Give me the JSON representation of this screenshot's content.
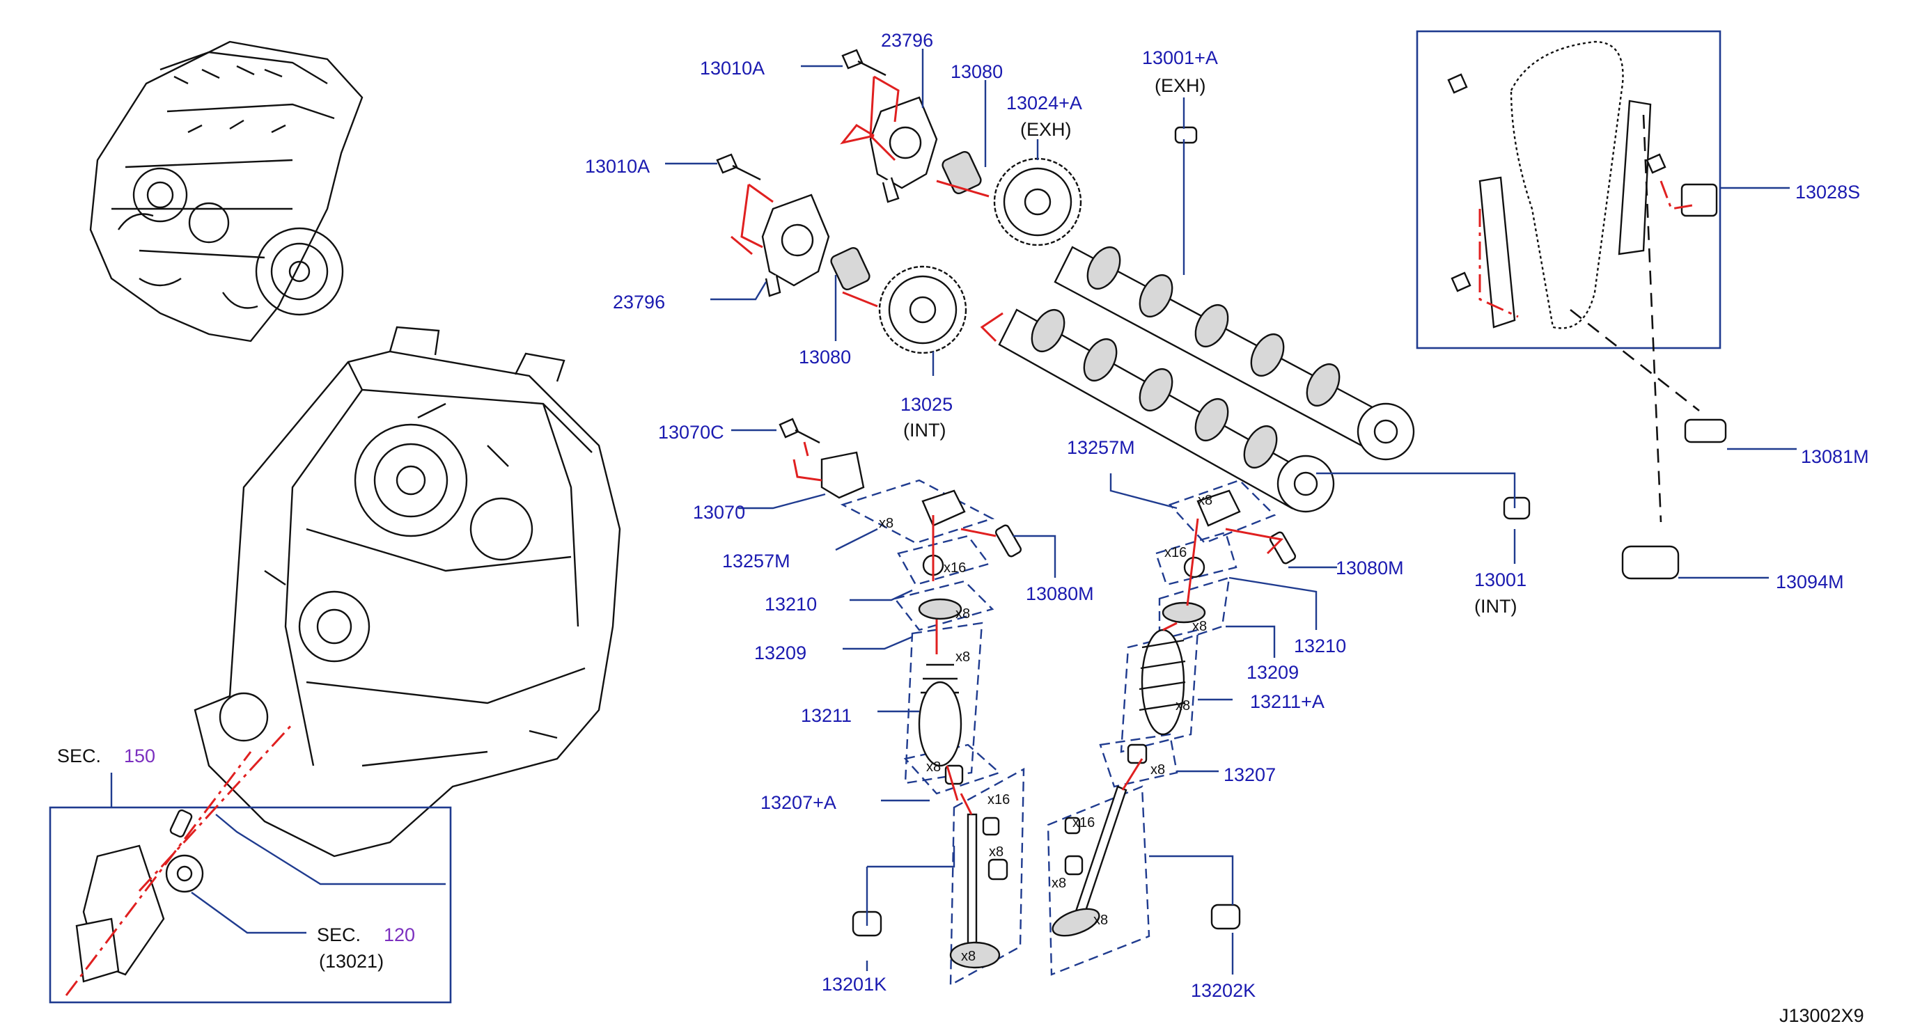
{
  "diagram_id": "J13002X9",
  "labels": {
    "p13010A_top": "13010A",
    "p23796_top": "23796",
    "p13080_top": "13080",
    "p13024A": "13024+A",
    "exh_1": "(EXH)",
    "p13001A": "13001+A",
    "exh_2": "(EXH)",
    "p13010A_mid": "13010A",
    "p23796_mid": "23796",
    "p13080_mid": "13080",
    "p13025": "13025",
    "int_1": "(INT)",
    "p13028S": "13028S",
    "p13081M": "13081M",
    "p13094M": "13094M",
    "p13070C": "13070C",
    "p13070": "13070",
    "p13257M_left": "13257M",
    "p13080M_left": "13080M",
    "p13210_left": "13210",
    "p13209_left": "13209",
    "p13211": "13211",
    "p13207A": "13207+A",
    "p13201K": "13201K",
    "p13257M_right": "13257M",
    "p13080M_right": "13080M",
    "p13001": "13001",
    "int_2": "(INT)",
    "p13210_right": "13210",
    "p13209_right": "13209",
    "p13211A": "13211+A",
    "p13207": "13207",
    "p13202K": "13202K",
    "sec150_text": "SEC.",
    "sec150_num": "150",
    "sec120_text": "SEC.",
    "sec120_num": "120",
    "sec120_ref": "(13021)"
  },
  "quantities": {
    "q_left_rocker": "x8",
    "q_left_lash": "x16",
    "q_left_retainer": "x8",
    "q_left_spring": "x8",
    "q_left_seat": "x8",
    "q_left_keys": "x16",
    "q_left_seal": "x8",
    "q_left_valve": "x8",
    "q_right_rocker": "x8",
    "q_right_lash": "x16",
    "q_right_retainer": "x8",
    "q_right_spring": "x8",
    "q_right_seat": "x8",
    "q_right_keys": "x16",
    "q_right_seal": "x8",
    "q_right_valve": "x8"
  },
  "colors": {
    "label_blue": "#1a1ab0",
    "leader_blue": "#1f3b8f",
    "section_purple": "#7b2fbf",
    "assembly_red": "#e02020",
    "line_art": "#111111"
  }
}
